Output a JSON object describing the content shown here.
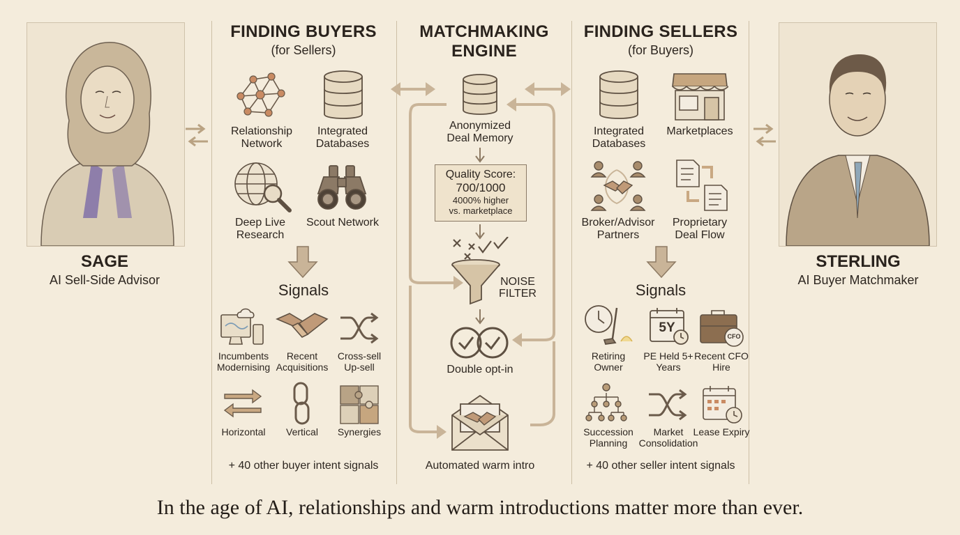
{
  "sage": {
    "name": "SAGE",
    "role": "AI Sell-Side Advisor"
  },
  "sterling": {
    "name": "STERLING",
    "role": "AI Buyer Matchmaker"
  },
  "buyers": {
    "title": "FINDING BUYERS",
    "subtitle": "(for Sellers)",
    "sources": [
      {
        "label": "Relationship Network",
        "icon": "network-icon"
      },
      {
        "label": "Integrated Databases",
        "icon": "database-icon"
      },
      {
        "label": "Deep Live Research",
        "icon": "globe-magnifier-icon"
      },
      {
        "label": "Scout Network",
        "icon": "binoculars-icon"
      }
    ],
    "signals_title": "Signals",
    "signals": [
      {
        "label": "Incumbents Modernising",
        "icon": "computer-cloud-icon"
      },
      {
        "label": "Recent Acquisitions",
        "icon": "handshake-icon"
      },
      {
        "label": "Cross-sell Up-sell",
        "icon": "shuffle-arrows-icon"
      },
      {
        "label": "Horizontal",
        "icon": "horizontal-arrows-icon"
      },
      {
        "label": "Vertical",
        "icon": "chain-link-icon"
      },
      {
        "label": "Synergies",
        "icon": "puzzle-icon"
      }
    ],
    "more": "+ 40 other buyer intent signals"
  },
  "engine": {
    "title_line1": "MATCHMAKING",
    "title_line2": "ENGINE",
    "memory": "Anonymized Deal Memory",
    "quality_line1": "Quality Score:",
    "quality_line2": "700/1000",
    "quality_line3": "4000% higher",
    "quality_line4": "vs. marketplace",
    "filter_line1": "NOISE",
    "filter_line2": "FILTER",
    "optin": "Double opt-in",
    "intro": "Automated warm intro"
  },
  "sellers": {
    "title": "FINDING SELLERS",
    "subtitle": "(for Buyers)",
    "sources": [
      {
        "label": "Integrated Databases",
        "icon": "database-icon"
      },
      {
        "label": "Marketplaces",
        "icon": "storefront-icon"
      },
      {
        "label": "Broker/Advisor Partners",
        "icon": "people-handshake-icon"
      },
      {
        "label": "Proprietary Deal Flow",
        "icon": "documents-flow-icon"
      }
    ],
    "signals_title": "Signals",
    "signals": [
      {
        "label": "Retiring Owner",
        "icon": "clock-golf-icon"
      },
      {
        "label": "PE Held 5+ Years",
        "icon": "calendar-5y-icon",
        "badge": "5Y"
      },
      {
        "label": "Recent CFO Hire",
        "icon": "briefcase-cfo-icon",
        "badge": "CFO"
      },
      {
        "label": "Succession Planning",
        "icon": "org-chart-icon"
      },
      {
        "label": "Market Consolidation",
        "icon": "shuffle-arrows-icon"
      },
      {
        "label": "Lease Expiry",
        "icon": "calendar-clock-icon"
      }
    ],
    "more": "+ 40 other seller intent signals"
  },
  "tagline": "In the age of AI, relationships and warm introductions matter more than ever.",
  "colors": {
    "background": "#f4ecdc",
    "ink": "#2d2620",
    "arrow": "#c9b498",
    "accent_purple": "#7b6aa8"
  }
}
